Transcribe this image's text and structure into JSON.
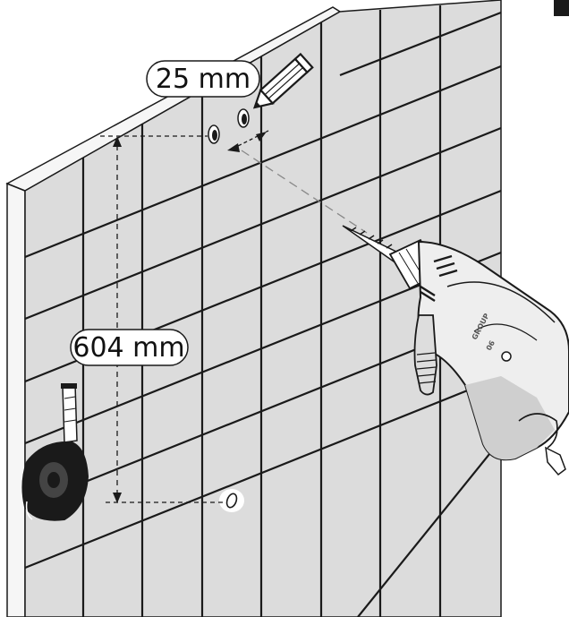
{
  "labels": {
    "spacing": "25 mm",
    "height": "604 mm"
  },
  "drill": {
    "brand_line1": "GROUP",
    "brand_line2": "06"
  },
  "colors": {
    "wall": "#dcdcdc",
    "grout": "#1a1a1a",
    "drill_body": "#eeeeee",
    "tape_case": "#1a1a1a"
  }
}
